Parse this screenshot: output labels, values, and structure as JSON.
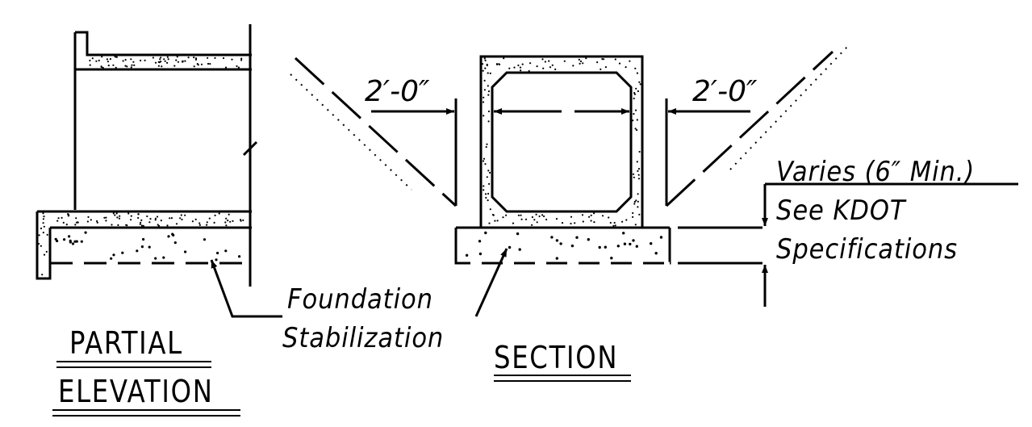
{
  "labels": {
    "dim_left": "2′-0″",
    "dim_right": "2′-0″",
    "varies": "Varies (6″ Min.)",
    "see_kdot": "See KDOT",
    "specifications": "Specifications",
    "foundation": "Foundation",
    "stabilization": "Stabilization",
    "partial": "PARTIAL",
    "elevation": "ELEVATION",
    "section": "SECTION"
  },
  "colors": {
    "line": "#000000",
    "background": "#ffffff"
  }
}
